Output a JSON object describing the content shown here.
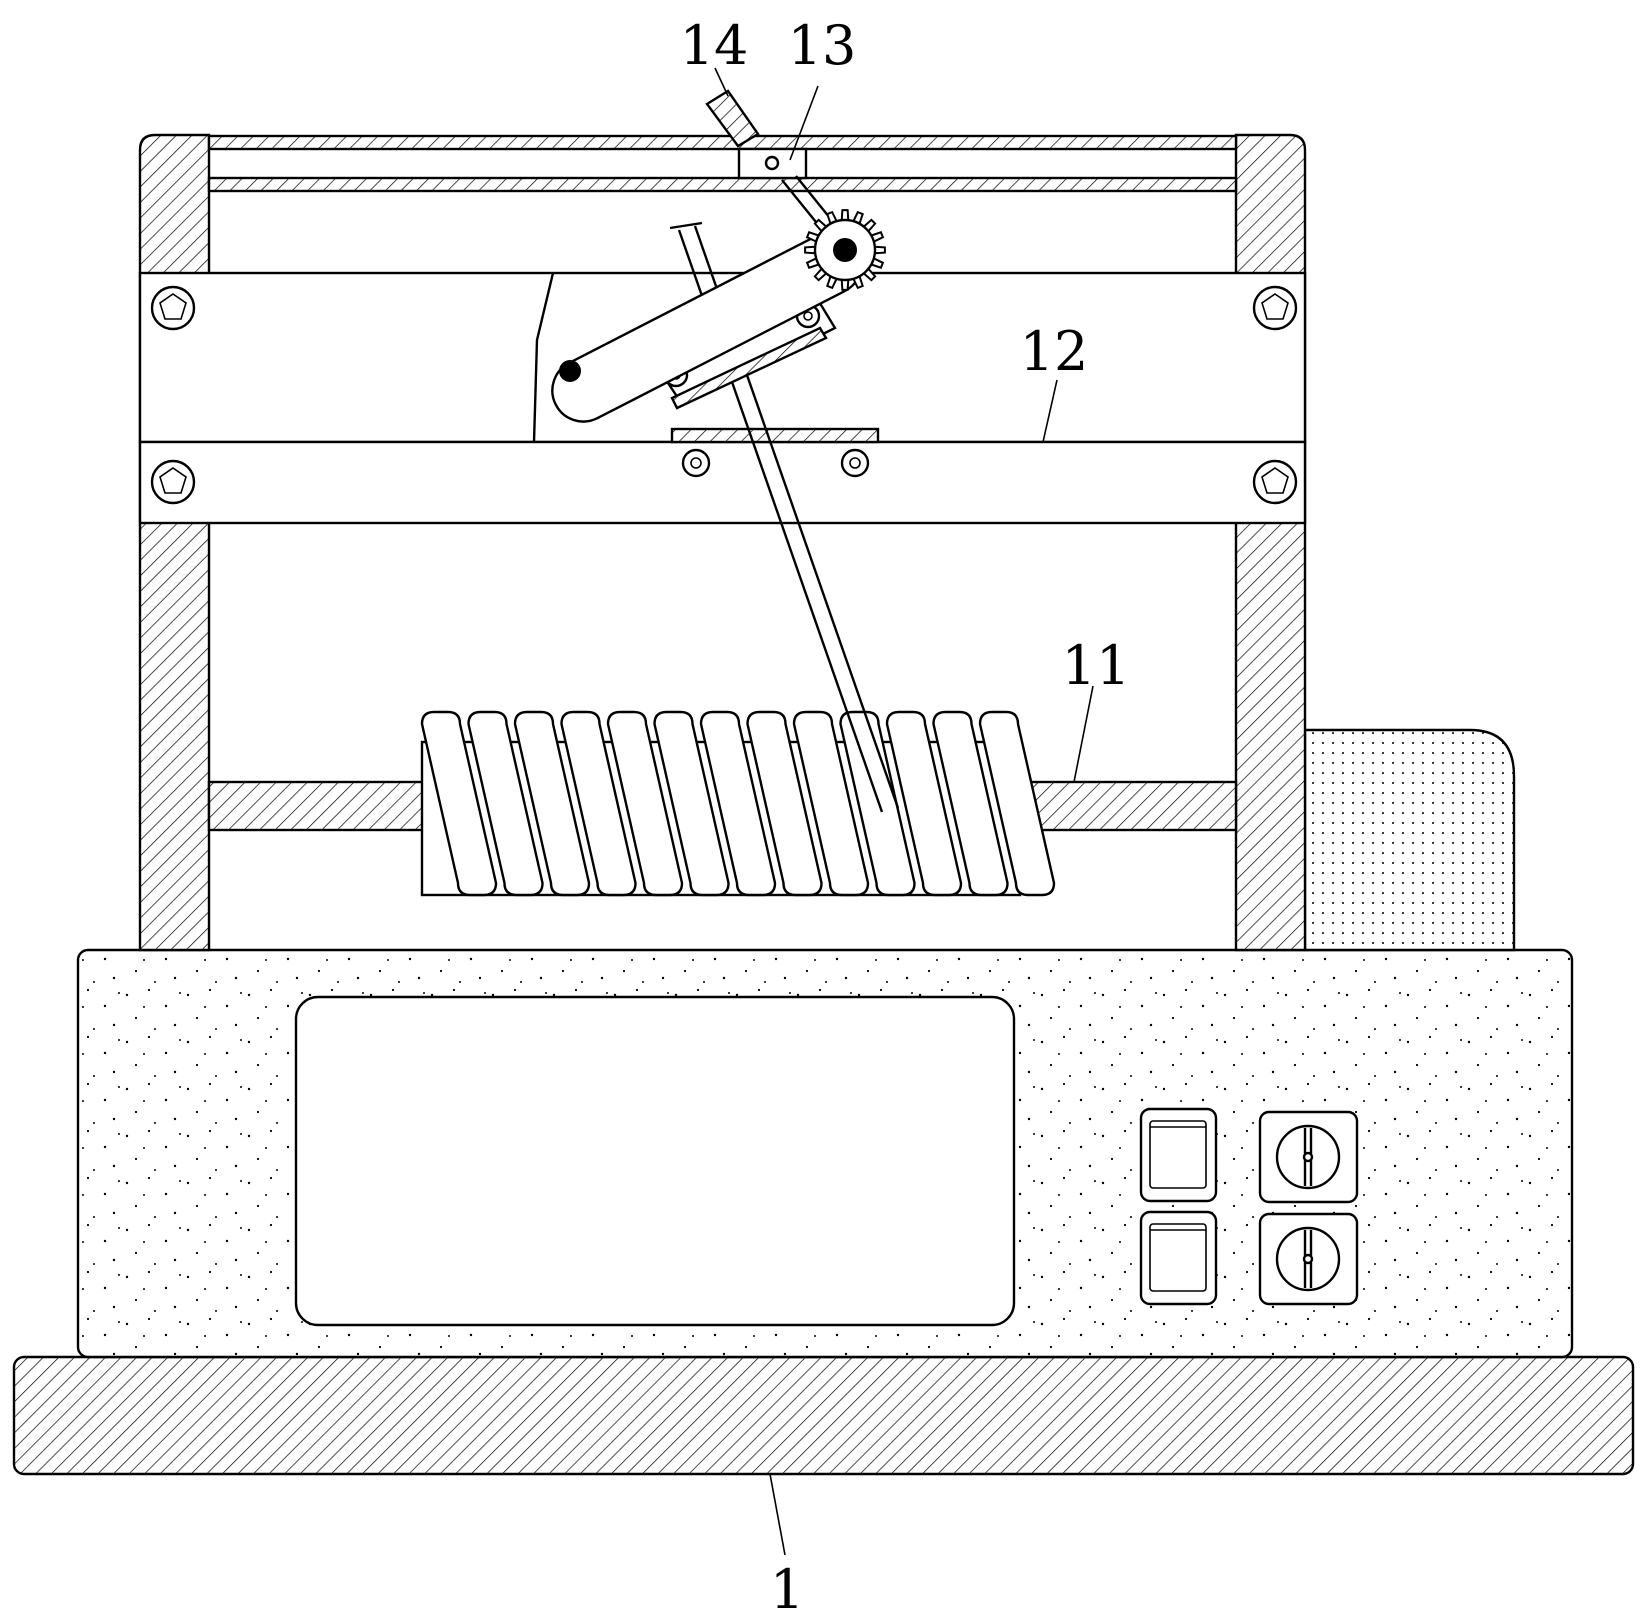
{
  "callouts": {
    "c14": "14",
    "c13": "13",
    "c12": "12",
    "c11": "11",
    "c1": "1"
  },
  "colors": {
    "line": "#000000",
    "background": "#ffffff"
  },
  "icons": [
    "bolt-icon",
    "gear-icon",
    "button-icon",
    "knob-icon"
  ]
}
